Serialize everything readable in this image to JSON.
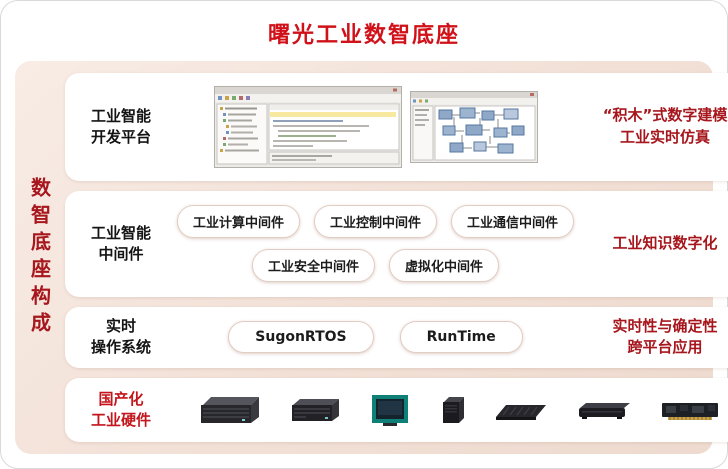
{
  "title": "曙光工业数智底座",
  "sidebar_label": "数智底座构成",
  "colors": {
    "title_red": "#d01119",
    "dark_red": "#a6161c",
    "panel_bg": "#f2e0d6",
    "pill_border": "#e2cdc2"
  },
  "row_dev": {
    "label": "工业智能\n开发平台",
    "right": "“积木”式数字建模\n工业实时仿真",
    "screenshots": [
      "ide-editor-screenshot",
      "block-modeling-screenshot"
    ]
  },
  "row_middleware": {
    "label": "工业智能\n中间件",
    "pills_top": [
      "工业计算中间件",
      "工业控制中间件",
      "工业通信中间件"
    ],
    "pills_bottom": [
      "工业安全中间件",
      "虚拟化中间件"
    ],
    "right": "工业知识数字化"
  },
  "row_rtos": {
    "label": "实时\n操作系统",
    "pills": [
      "SugonRTOS",
      "RunTime"
    ],
    "right": "实时性与确定性\n跨平台应用"
  },
  "row_hardware": {
    "label": "国产化\n工业硬件",
    "icons": [
      "rack-server",
      "box-server",
      "panel-pc",
      "compact-box",
      "wedge-device",
      "slim-device",
      "embedded-board"
    ]
  }
}
